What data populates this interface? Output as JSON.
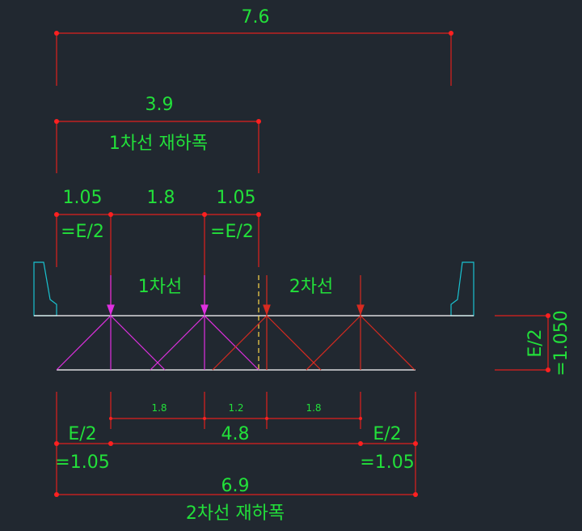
{
  "colors": {
    "background": "#212830",
    "dimension": "#e0201c",
    "text": "#22e03a",
    "lane1_load": "#e030e0",
    "lane2_load": "#d82a20",
    "curb": "#19c2d0",
    "deck": "#ffffff",
    "centerline": "#ffd84a"
  },
  "top_dims": {
    "total_width": "7.6",
    "lane1_width": "3.9",
    "lane1_label": "1차선 재하폭",
    "seg_left": "1.05",
    "seg_mid": "1.8",
    "seg_right": "1.05",
    "seg_left_note": "=E/2",
    "seg_right_note": "=E/2"
  },
  "lanes": {
    "lane1": "1차선",
    "lane2": "2차선"
  },
  "right_dim": {
    "label": "E/2",
    "value": "=1.050"
  },
  "bottom_dims": {
    "small_a": "1.8",
    "small_b": "1.2",
    "small_c": "1.8",
    "left_label": "E/2",
    "left_value": "=1.05",
    "center": "4.8",
    "right_label": "E/2",
    "right_value": "=1.05",
    "total": "6.9",
    "lane2_label": "2차선 재하폭"
  }
}
